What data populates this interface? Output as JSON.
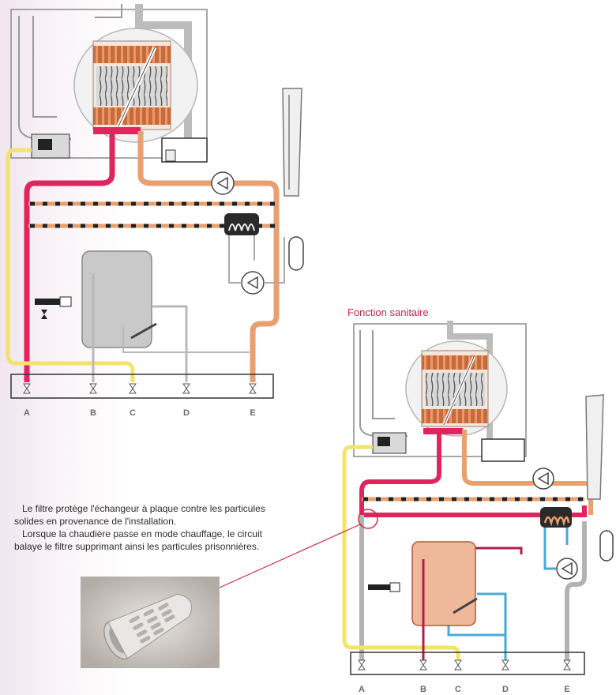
{
  "section_caption": "Fonction sanitaire",
  "note": {
    "line1": "Le filtre protège l'échangeur à plaque contre les particules solides en provenance de l'installation.",
    "line2": "Lorsque la chaudière passe en mode chauffage, le circuit balaye le filtre supprimant ainsi les particules prisonnières."
  },
  "connections_top": [
    "A",
    "B",
    "C",
    "D",
    "E"
  ],
  "connections_bottom": [
    "A",
    "B",
    "C",
    "D",
    "E"
  ],
  "colors": {
    "hot_water": "#e0245e",
    "gas_supply": "#f2e36a",
    "return_water": "#e8a070",
    "sanitary_cold": "#4aa8d8",
    "sanitary_hot": "#b0204a",
    "tank_grey": "#c9c9c9",
    "tank_heated": "#f0b89a",
    "casing_line": "#8a8a8a"
  },
  "icons": [
    "filter-photo",
    "circulator-pump-icon",
    "plate-exchanger-icon",
    "expansion-vessel-icon",
    "tap-icon"
  ]
}
